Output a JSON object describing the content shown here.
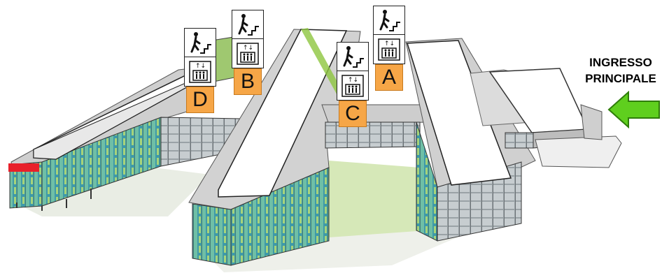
{
  "entrance": {
    "line1": "INGRESSO",
    "line2": "PRINCIPALE",
    "arrow_color": "#5fcf1e"
  },
  "markers": [
    {
      "letter": "D",
      "icons": [
        "stairs-icon",
        "elevator-icon"
      ]
    },
    {
      "letter": "B",
      "icons": [
        "stairs-icon",
        "elevator-icon"
      ]
    },
    {
      "letter": "C",
      "icons": [
        "stairs-icon",
        "elevator-icon"
      ]
    },
    {
      "letter": "A",
      "icons": [
        "stairs-icon",
        "elevator-icon"
      ]
    }
  ],
  "colors": {
    "marker_fill": "#f6a647",
    "facade_glass": "#3f9aa8",
    "facade_green": "#8dc63f",
    "accent_red": "#e8202a"
  }
}
